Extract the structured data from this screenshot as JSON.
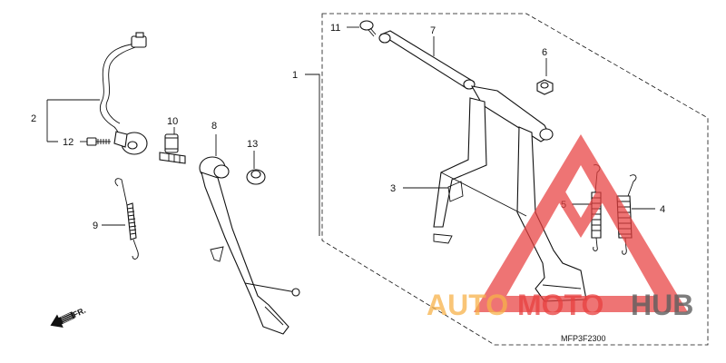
{
  "callouts": {
    "c1": "1",
    "c2": "2",
    "c3": "3",
    "c4": "4",
    "c5": "5",
    "c6": "6",
    "c7": "7",
    "c8": "8",
    "c9": "9",
    "c10": "10",
    "c11": "11",
    "c12": "12",
    "c13": "13"
  },
  "diagram_code": "MFP3F2300",
  "front_indicator": "FR.",
  "watermark": {
    "text_part1": "AUTO",
    "text_part2": "MOTO",
    "text_part3": "HUB",
    "color_orange": "#f7b24a",
    "color_red": "#e8403f",
    "color_gray": "#5e5e5e"
  }
}
